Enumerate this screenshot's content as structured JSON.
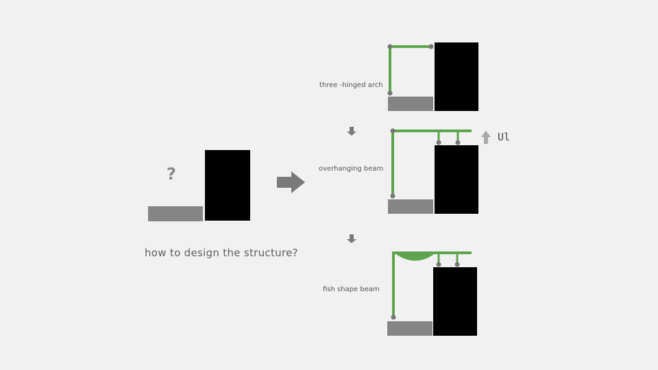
{
  "left_panel": {
    "question_mark": "?",
    "caption": "how to design the structure?"
  },
  "options": [
    {
      "label": "three -hinged arch"
    },
    {
      "label": "overhanging beam",
      "annotation": "Ul"
    },
    {
      "label": "fish shape beam"
    }
  ],
  "colors": {
    "background": "#f1f1f1",
    "building": "#000000",
    "ground_block": "#858585",
    "structure": "#5ea34d",
    "hinge": "#777777",
    "arrow": "#7a7a7a"
  }
}
